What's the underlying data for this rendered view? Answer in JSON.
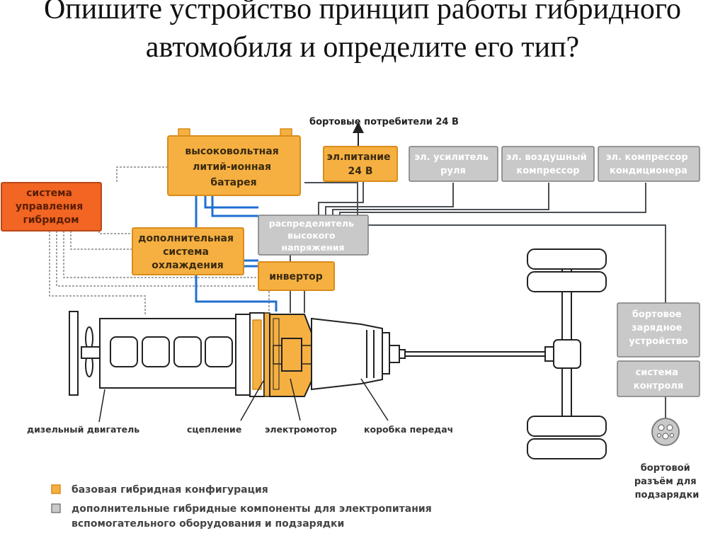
{
  "heading": {
    "line1": "Опишите устройство принцип работы гибридного",
    "line2": "автомобиля и определите его тип?"
  },
  "colors": {
    "orange": "#f5b041",
    "orange_border": "#d98c1a",
    "red_orange": "#f26522",
    "gray": "#c9c9c9",
    "gray_border": "#7d7d7d",
    "blue_line": "#1f6fd1",
    "dark_line": "#4a4f55"
  },
  "boxes": {
    "battery": [
      "высоковольтная",
      "литий-ионная",
      "батарея"
    ],
    "power24": [
      "эл.питание",
      "24 В"
    ],
    "steering": [
      "эл. усилитель",
      "руля"
    ],
    "air": [
      "эл. воздушный",
      "компрессор"
    ],
    "ac": [
      "эл. компрессор",
      "кондиционера"
    ],
    "control": [
      "система",
      "управления",
      "гибридом"
    ],
    "distributor": [
      "распределитель",
      "высокого",
      "напряжения"
    ],
    "cooling": [
      "дополнительная",
      "система",
      "охлаждения"
    ],
    "inverter": [
      "инвертор"
    ],
    "charger": [
      "бортовое",
      "зарядное",
      "устройство"
    ],
    "monitor": [
      "система",
      "контроля"
    ]
  },
  "labels": {
    "consumers": "бортовые потребители 24 В",
    "engine": "дизельный двигатель",
    "clutch": "сцепление",
    "motor": "электромотор",
    "gearbox": "коробка передач",
    "socket": [
      "бортовой",
      "разъём для",
      "подзарядки"
    ]
  },
  "legend": {
    "base": "базовая гибридная конфигурация",
    "extra": [
      "дополнительные гибридные компоненты для электропитания",
      "вспомогательного оборудования и подзарядки"
    ]
  }
}
